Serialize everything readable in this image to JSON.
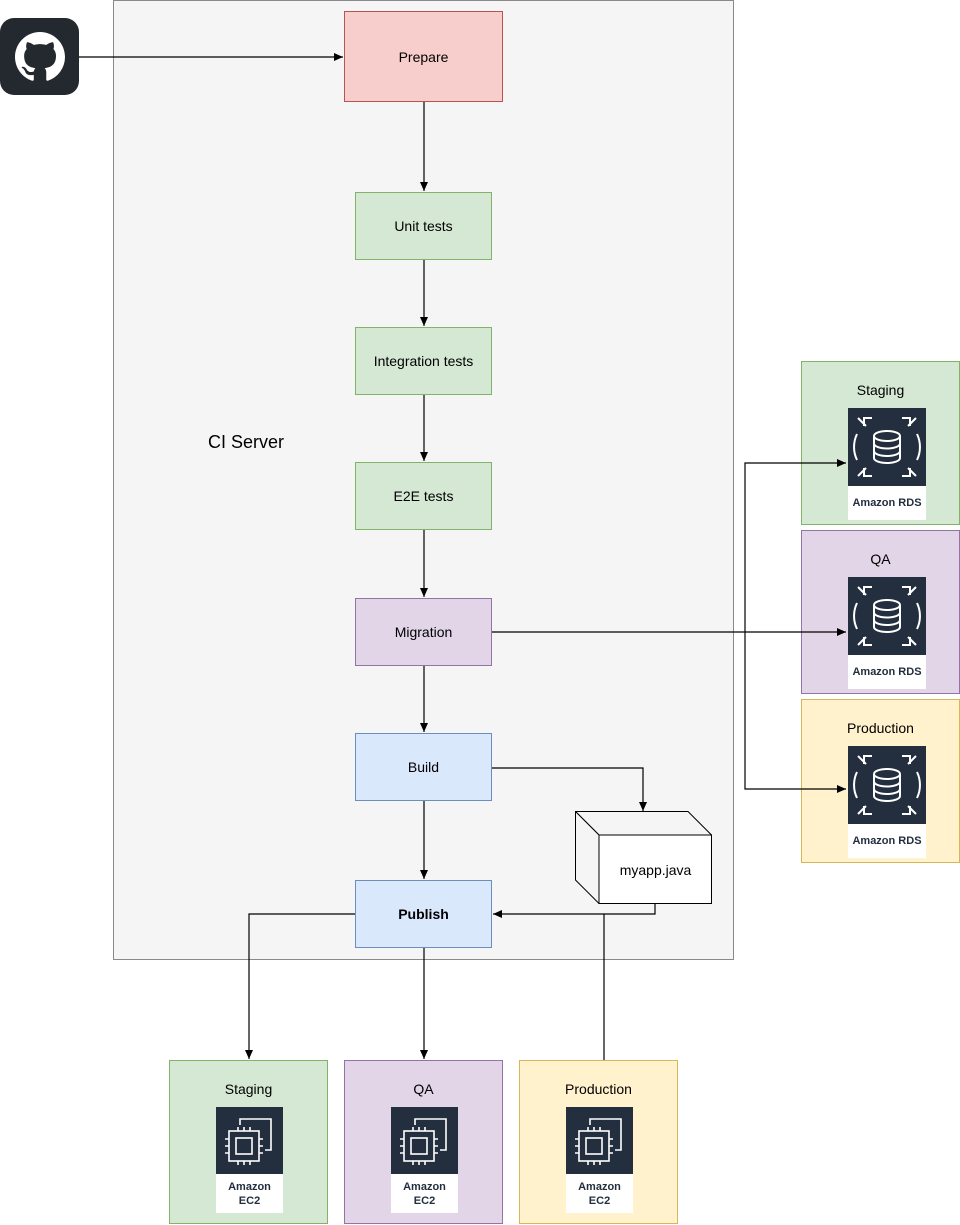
{
  "ci_server": {
    "label": "CI Server"
  },
  "steps": {
    "prepare": "Prepare",
    "unit_tests": "Unit tests",
    "integration_tests": "Integration tests",
    "e2e_tests": "E2E tests",
    "migration": "Migration",
    "build": "Build",
    "publish": "Publish"
  },
  "artifact": {
    "label": "myapp.java"
  },
  "databases": [
    {
      "env": "Staging",
      "service": "Amazon RDS"
    },
    {
      "env": "QA",
      "service": "Amazon RDS"
    },
    {
      "env": "Production",
      "service": "Amazon RDS"
    }
  ],
  "servers": [
    {
      "env": "Staging",
      "service_line1": "Amazon",
      "service_line2": "EC2"
    },
    {
      "env": "QA",
      "service_line1": "Amazon",
      "service_line2": "EC2"
    },
    {
      "env": "Production",
      "service_line1": "Amazon",
      "service_line2": "EC2"
    }
  ],
  "colors": {
    "prepare": "#f8cecc",
    "tests": "#d5e8d4",
    "migration": "#e1d5e7",
    "build": "#dae8fc",
    "staging": "#d5e8d4",
    "qa": "#e1d5e7",
    "production": "#fff2cc",
    "aws_dark": "#232f3e",
    "github": "#24292f"
  },
  "icons": [
    "github-icon",
    "rds-database-icon",
    "ec2-chip-icon"
  ]
}
